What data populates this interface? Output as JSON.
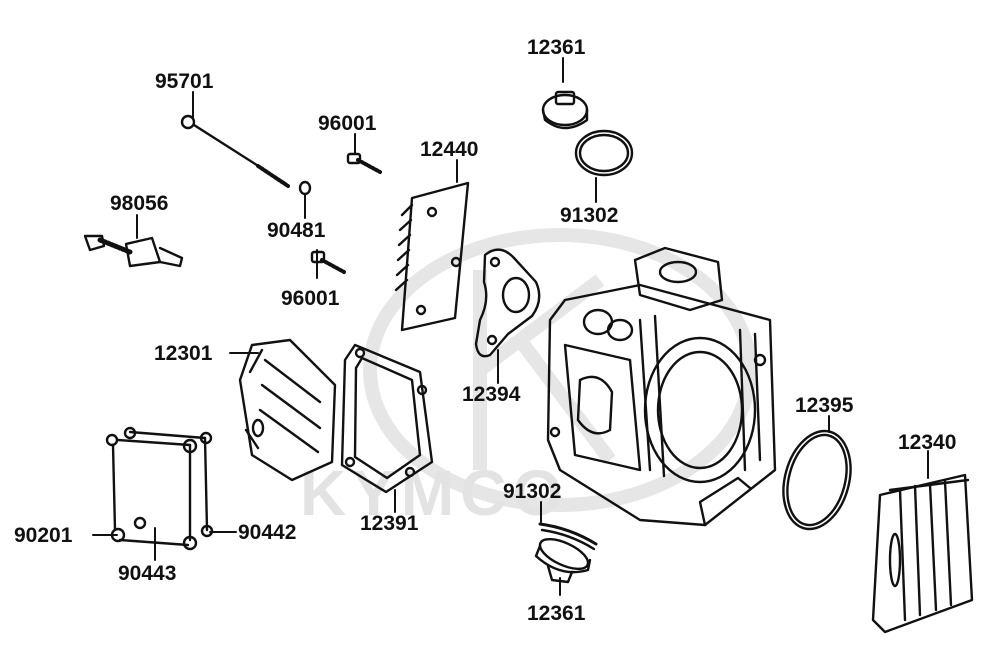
{
  "watermark": {
    "text": "KYMCO",
    "color": "#e3e3e3"
  },
  "colors": {
    "ink": "#111111",
    "paper": "#ffffff"
  },
  "parts": [
    {
      "id": "95701",
      "depicts": "stud-bolt-icon"
    },
    {
      "id": "96001",
      "depicts": "flange-bolt-icon"
    },
    {
      "id": "12440",
      "depicts": "guide-plate-icon"
    },
    {
      "id": "12361",
      "depicts": "tappet-cap-icon"
    },
    {
      "id": "91302",
      "depicts": "o-ring-icon"
    },
    {
      "id": "98056",
      "depicts": "spark-plug-icon"
    },
    {
      "id": "90481",
      "depicts": "washer-icon"
    },
    {
      "id": "96001",
      "depicts": "flange-bolt-icon"
    },
    {
      "id": "12394",
      "depicts": "manifold-gasket-icon"
    },
    {
      "id": "12301",
      "depicts": "cylinder-head-cover-icon"
    },
    {
      "id": "12395",
      "depicts": "o-ring-icon"
    },
    {
      "id": "12340",
      "depicts": "side-cover-icon"
    },
    {
      "id": "90201",
      "depicts": "nut-icon"
    },
    {
      "id": "90442",
      "depicts": "washer-icon"
    },
    {
      "id": "91302",
      "depicts": "o-ring-icon"
    },
    {
      "id": "12391",
      "depicts": "head-cover-gasket-icon"
    },
    {
      "id": "90443",
      "depicts": "washer-icon"
    },
    {
      "id": "12361",
      "depicts": "tappet-cap-icon"
    }
  ]
}
